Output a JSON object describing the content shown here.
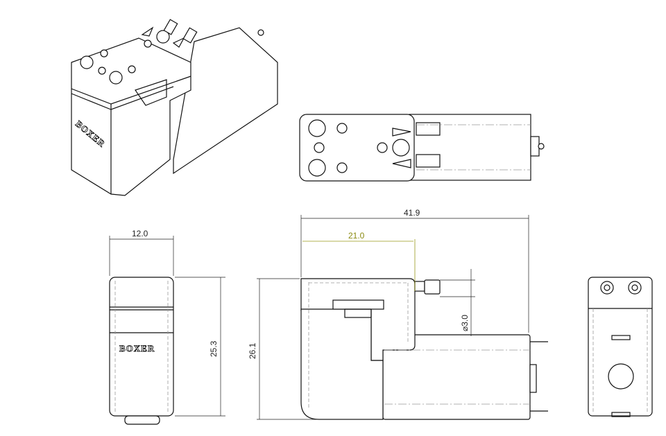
{
  "drawing": {
    "brand_logo": "BOXER",
    "dimensions": {
      "width_side": "12.0",
      "height_side": "25.3",
      "height_front": "26.1",
      "overall_length": "41.9",
      "head_length": "21.0",
      "port_diameter": "⌀3.0"
    },
    "colors": {
      "line": "#111111",
      "hidden": "#999999",
      "highlight_dim": "#9a9a1a"
    }
  }
}
